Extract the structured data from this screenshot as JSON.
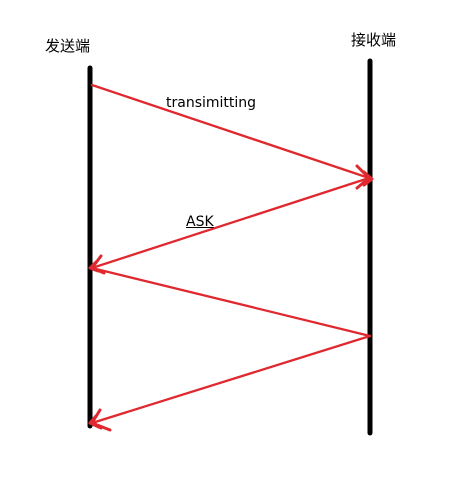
{
  "labels": {
    "sender": "发送端",
    "receiver": "接收端",
    "transmitting": "transimitting",
    "ask": "ASK"
  },
  "colors": {
    "timeline": "#000000",
    "message": "#e0282f",
    "background": "#ffffff"
  }
}
